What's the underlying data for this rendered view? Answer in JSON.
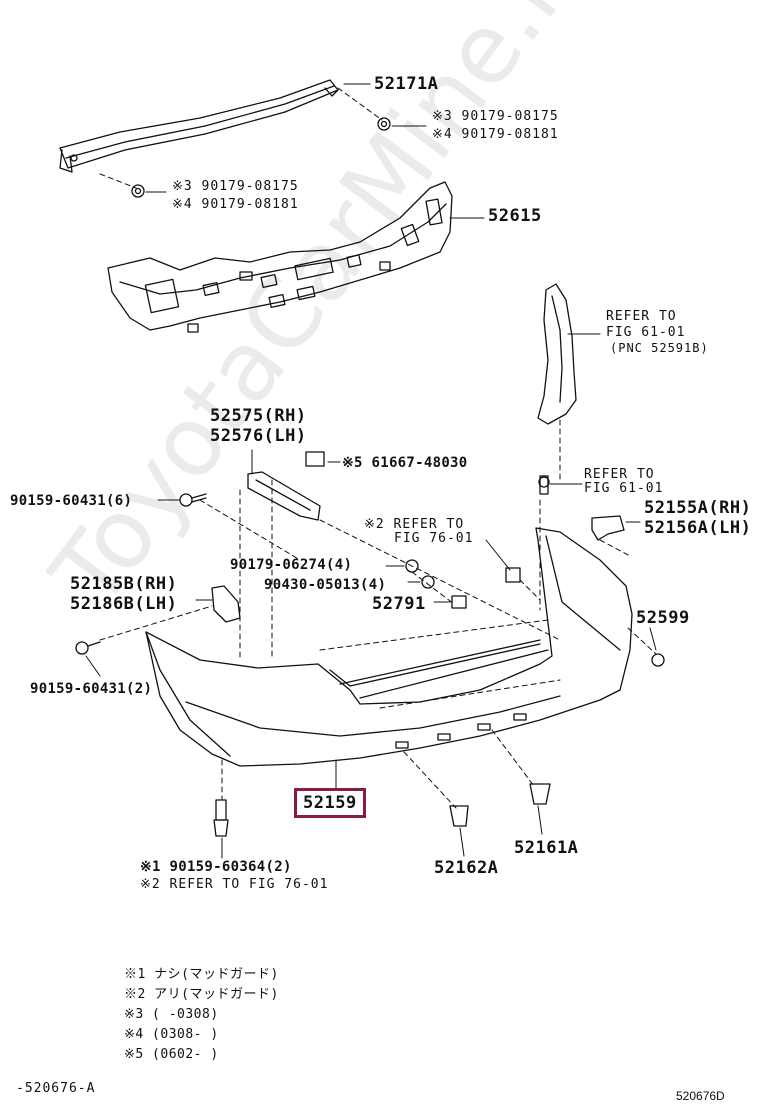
{
  "watermark": "ToyotaCarMine.ru",
  "labels": {
    "p52171A": "52171A",
    "c3a": "※3 90179-08175",
    "c4a": "※4 90179-08181",
    "c3b": "※3 90179-08175",
    "c4b": "※4 90179-08181",
    "p52615": "52615",
    "ref1": "REFER TO",
    "ref1b": "FIG 61-01",
    "ref1c": "(PNC 52591B)",
    "p52575": "52575(RH)",
    "p52576": "52576(LH)",
    "c5": "※5 61667-48030",
    "ref2": "REFER TO",
    "ref2b": "FIG 61-01",
    "b60431_6": "90159-60431(6)",
    "r2ref": "※2 REFER TO",
    "r2refb": "FIG 76-01",
    "p52155A": "52155A(RH)",
    "p52156A": "52156A(LH)",
    "n06274": "90179-06274(4)",
    "n05013": "90430-05013(4)",
    "p52185B": "52185B(RH)",
    "p52186B": "52186B(LH)",
    "p52791": "52791",
    "p52599": "52599",
    "b60431_2": "90159-60431(2)",
    "p52159": "52159",
    "p52161A": "52161A",
    "p52162A": "52162A",
    "f1": "※1 90159-60364(2)",
    "f2": "※2 REFER TO FIG 76-01"
  },
  "notes": [
    "※1 ナシ(マッドガード)",
    "※2 アリ(マッドガード)",
    "※3 (      -0308)",
    "※4 (0308-      )",
    "※5 (0602-      )"
  ],
  "footer": {
    "left": "-520676-A",
    "right": "520676D"
  },
  "colors": {
    "highlight": "#8b1c3d"
  }
}
